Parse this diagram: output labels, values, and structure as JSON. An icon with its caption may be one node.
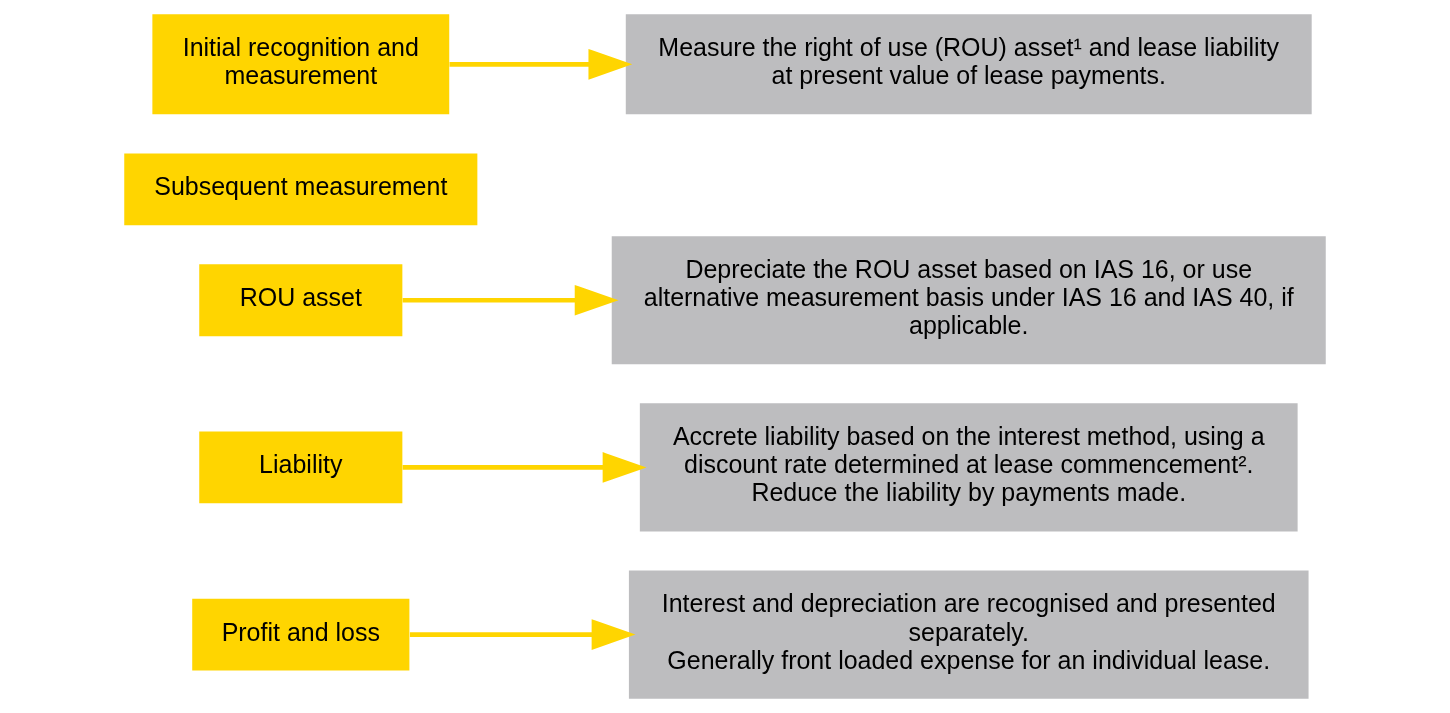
{
  "diagram": {
    "nodes": [
      {
        "text": [
          "Initial recognition and measurement"
        ]
      },
      {
        "text": [
          "Measure the right of use (ROU) asset¹ and lease liability at present value of lease payments."
        ]
      },
      {
        "text": [
          "Subsequent measurement"
        ]
      },
      {
        "text": [
          "ROU asset"
        ]
      },
      {
        "text": [
          "Liability"
        ]
      },
      {
        "text": [
          "Depreciate the ROU asset based on IAS 16, or use alternative measurement basis under IAS 16 and IAS 40, if applicable."
        ]
      },
      {
        "text": [
          "Accrete liability based on the interest method, using a discount rate determined at lease commencement².",
          "Reduce the liability by payments made."
        ]
      },
      {
        "text": [
          "Profit and loss"
        ]
      },
      {
        "text": [
          "Interest and depreciation are recognised and presented separately.",
          "Generally front loaded expense for an individual lease."
        ]
      }
    ],
    "edges": [
      {
        "from": 0,
        "to": 1,
        "arrow": "to"
      },
      {
        "from": 3,
        "to": 5,
        "arrow": "to"
      },
      {
        "from": 4,
        "to": 6,
        "arrow": "to"
      },
      {
        "from": 7,
        "to": 8,
        "arrow": "to"
      }
    ]
  }
}
